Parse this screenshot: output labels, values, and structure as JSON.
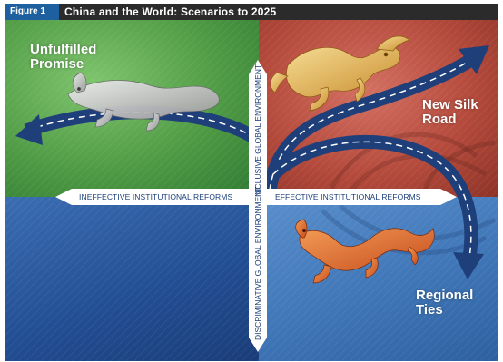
{
  "figure": {
    "label": "Figure 1",
    "title": "China and the World: Scenarios to 2025"
  },
  "axes": {
    "horizontal_left": "INEFFECTIVE INSTITUTIONAL REFORMS",
    "horizontal_right": "EFFECTIVE INSTITUTIONAL REFORMS",
    "vertical_top": "INCLUSIVE GLOBAL ENVIRONMENT",
    "vertical_bottom": "DISCRIMINATIVE GLOBAL ENVIRONMENT"
  },
  "scenarios": {
    "top_left": [
      "Unfulfilled",
      "Promise"
    ],
    "top_right": [
      "New Silk",
      "Road"
    ],
    "bottom_right": [
      "Regional",
      "Ties"
    ]
  },
  "colors": {
    "top_left": "#4f9a44",
    "top_right": "#b54b3d",
    "bottom_left": "#234f95",
    "bottom_right": "#3f76b7",
    "path_arrow": "#1e3f79",
    "dragon_gold": "#e7c068",
    "dragon_grey": "#cfcfcf",
    "dragon_orange": "#e0713a"
  }
}
